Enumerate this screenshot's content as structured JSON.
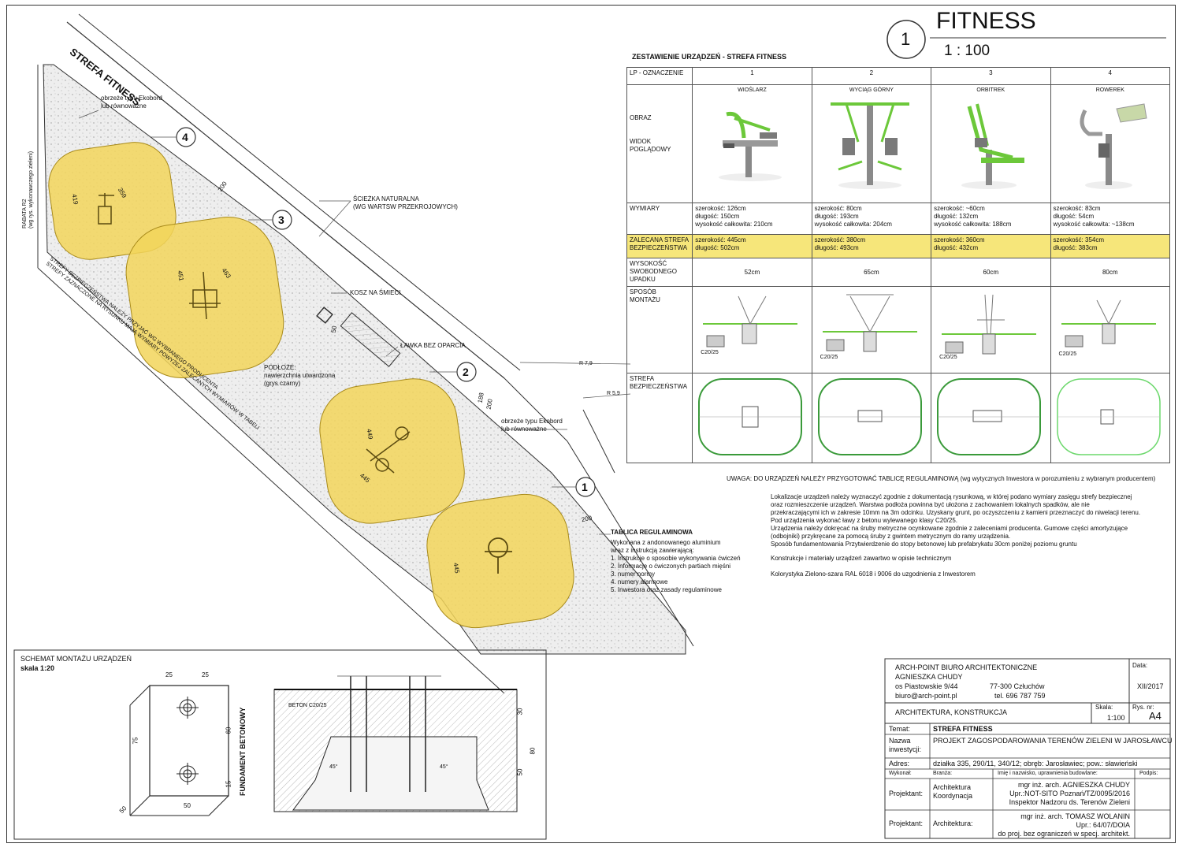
{
  "title": {
    "word": "FITNESS",
    "scale": "1 : 100",
    "number": "1"
  },
  "zone_label": "STREFA FITNESS",
  "plan": {
    "notes": {
      "ekobord_top": "obrzeże typu Ekobord\nlub równoważne",
      "rabata": "RABATA R2\n(wg rys. wykonawczego zieleni)",
      "path": "ŚCIEŻKA NATURALNA\n(WG WARTSW PRZEKROJOWYCH)",
      "bin": "KOSZ NA ŚMIECI",
      "bench": "ŁAWKA BEZ OPARCIA",
      "surface": "PODŁOŻE:\nnawierzchnia utwardzona\n(grys czarny)",
      "ekobord_right": "obrzeże typu Ekobord\nlub równoważne",
      "zones_note": "STREFY BEZPIECZEŃSTWA NALEŻY PRZYJĄĆ WG WYBRANEGO PRODUCENTA\nSTREFY ZAZNACZONE NA RYSUNKU MAJĄ WYMIARY POWYŻEJ ZALECANYCH WYMIARÓW W TABELI",
      "r79": "R 7,9",
      "r59": "R 5,9"
    },
    "markers": [
      "1",
      "2",
      "3",
      "4"
    ],
    "dims": {
      "d200a": "200",
      "d200b": "200",
      "d200c": "200",
      "d188": "188",
      "d50": "50",
      "d359": "359",
      "d419": "419",
      "d451": "451",
      "d463": "463",
      "d449": "449",
      "d445a": "445",
      "d445b": "445"
    },
    "board": {
      "title": "TABLICA REGULAMINOWA",
      "text": "Wykonana z andonowanego aluminium\nwraz z instrukcją zawierającą:\n1. Instrukcje o sposobie wykonywania ćwiczeń\n2. Informacje o ćwiczonych partiach mięśni\n3. numer normy\n4. numery alarmowe\n5. Inwestora oraz zasady regulaminowe"
    }
  },
  "equipment_table": {
    "title": "ZESTAWIENIE URZĄDZEŃ - STREFA FITNESS",
    "row_labels": {
      "lp": "LP - OZNACZENIE",
      "obraz": "OBRAZ",
      "widok": "WIDOK\nPOGLĄDOWY",
      "wymiary": "WYMIARY",
      "strefa": "ZALECANA STREFA\nBEZPIECZEŃSTWA",
      "wysokosc": "WYSOKOŚĆ\nSWOBODNEGO\nUPADKU",
      "montaz": "SPOSÓB\nMONTAŻU",
      "strefa2": "STREFA\nBEZPIECZEŃSTWA"
    },
    "items": [
      {
        "no": "1",
        "name": "WIOŚLARZ",
        "dims": "szerokość: 126cm\ndługość: 150cm\nwysokość całkowita: 210cm",
        "zone": "szerokość: 445cm\ndługość: 502cm",
        "fall": "52cm"
      },
      {
        "no": "2",
        "name": "WYCIĄG GÓRNY",
        "dims": "szerokość: 80cm\ndługość: 193cm\nwysokość całkowita: 204cm",
        "zone": "szerokość: 380cm\ndługość: 493cm",
        "fall": "65cm"
      },
      {
        "no": "3",
        "name": "ORBITREK",
        "dims": "szerokość: ~60cm\ndługość: 132cm\nwysokość całkowita: 188cm",
        "zone": "szerokość: 360cm\ndługość: 432cm",
        "fall": "60cm"
      },
      {
        "no": "4",
        "name": "ROWEREK",
        "dims": "szerokość: 83cm\ndługość: 54cm\nwysokość całkowita: ~138cm",
        "zone": "szerokość: 354cm\ndługość: 383cm",
        "fall": "80cm"
      }
    ],
    "concrete": "C20/25"
  },
  "notes": {
    "warning": "UWAGA: DO URZĄDZEŃ NALEŻY PRZYGOTOWAĆ TABLICĘ REGULAMINOWĄ (wg wytycznych Inwestora w porozumieniu z wybranym producentem)",
    "para1": "Lokalizacje urządzeń należy wyznaczyć zgodnie z dokumentacją rysunkową, w której podano wymiary zasięgu strefy bezpiecznej\noraz rozmieszczenie urządzeń. Warstwa podłoża powinna być ułożona z zachowaniem lokalnych spadków, ale nie\nprzekraczającymi ich w zakresie 10mm na 3m odcinku. Uzyskany grunt, po oczyszczeniu z kamieni przeznaczyć do niwelacji terenu.\nPod urządzenia wykonać ławy z betonu wylewanego klasy C20/25.\nUrządzenia należy dokręcać na śruby metryczne ocynkowane zgodnie z zaleceniami producenta. Gumowe części amortyzujące\n(odbojniki) przykręcane za pomocą śruby z gwintem metrycznym do ramy urządzenia.\nSposób fundamentowania Przytwierdzenie do stopy betonowej lub prefabrykatu 30cm poniżej poziomu gruntu",
    "para2": "Konstrukcje i materiały urządzeń zawartwo w opisie technicznym",
    "para3": "Kolorystyka Zielono-szara RAL 6018 i 9006 do uzgodnienia z Inwestorem"
  },
  "mounting": {
    "title": "SCHEMAT MONTAŻU URZĄDZEŃ",
    "scale": "skala 1:20",
    "foundation_label": "FUNDAMENT BETONOWY",
    "concrete_label": "BETON C20/25",
    "dims": {
      "w25a": "25",
      "w25b": "25",
      "h75": "75",
      "h60": "60",
      "h15": "15",
      "w50": "50",
      "d50": "50",
      "s30": "30",
      "s80": "80",
      "s50": "50",
      "a45a": "45°",
      "a45b": "45°"
    }
  },
  "title_block": {
    "company": "ARCH-POINT BIURO ARCHITEKTONICZNE",
    "owner": "AGNIESZKA CHUDY",
    "address1": "os Piastowskie 9/44",
    "city": "77-300 Człuchów",
    "email": "biuro@arch-point.pl",
    "phone": "tel. 696 787 759",
    "date_label": "Data:",
    "date": "XII/2017",
    "discipline": "ARCHITEKTURA, KONSTRUKCJA",
    "scale_label": "Skala:",
    "scale": "1:100",
    "drawing_no_label": "Rys. nr:",
    "drawing_no": "A4",
    "topic_label": "Temat:",
    "topic": "STREFA FITNESS",
    "investment_label": "Nazwa\ninwestycji:",
    "investment": "PROJEKT ZAGOSPODAROWANIA TERENÓW ZIELENI W JAROSŁAWCU",
    "address_label": "Adres:",
    "address": "działka 335, 290/11, 340/12; obręb: Jarosławiec; pow.: sławieński",
    "wykonal": "Wykonał:",
    "branza": "Branża:",
    "imie": "Imię i nazwisko, uprawnienia budowlane:",
    "podpis": "Podpis:",
    "proj_label": "Projektant:",
    "branza1": "Architektura\nKoordynacja",
    "person1": "mgr inż. arch. AGNIESZKA CHUDY\nUpr.:NOT-SITO Poznań/TZ/0095/2016\nInspektor Nadzoru ds. Terenów Zieleni",
    "proj_label2": "Projektant:",
    "branza2": "Architektura:",
    "person2": "mgr inż. arch. TOMASZ WOLANIN\nUpr.: 64/07/DOIA\ndo proj. bez ograniczeń w specj. architekt."
  }
}
